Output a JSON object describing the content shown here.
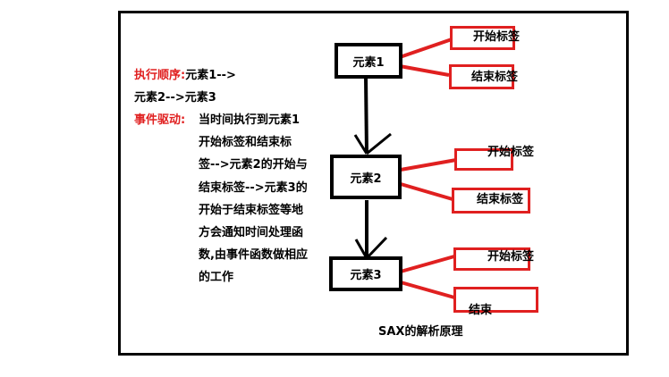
{
  "nodes": {
    "element1": "元素1",
    "element2": "元素2",
    "element3": "元素3"
  },
  "tags": {
    "element1_start": "开始标签",
    "element1_end": "结束标签",
    "element2_start": "开始标签",
    "element2_end": "结束标签",
    "element3_start": "开始标签",
    "element3_end": "结束"
  },
  "notes": {
    "order_label": "执行顺序:",
    "order_line1": "元素1-->",
    "order_line2": "元素2-->元素3",
    "event_label": "事件驱动:",
    "event_lines": [
      "当时间执行到元素1",
      "开始标签和结束标",
      "签-->元素2的开始与",
      "结束标签-->元素3的",
      "开始于结束标签等地",
      "方会通知时间处理函",
      "数,由事件函数做相应",
      "的工作"
    ]
  },
  "caption": "SAX的解析原理",
  "colors": {
    "accent_red": "#e02020",
    "line_black": "#000000"
  }
}
